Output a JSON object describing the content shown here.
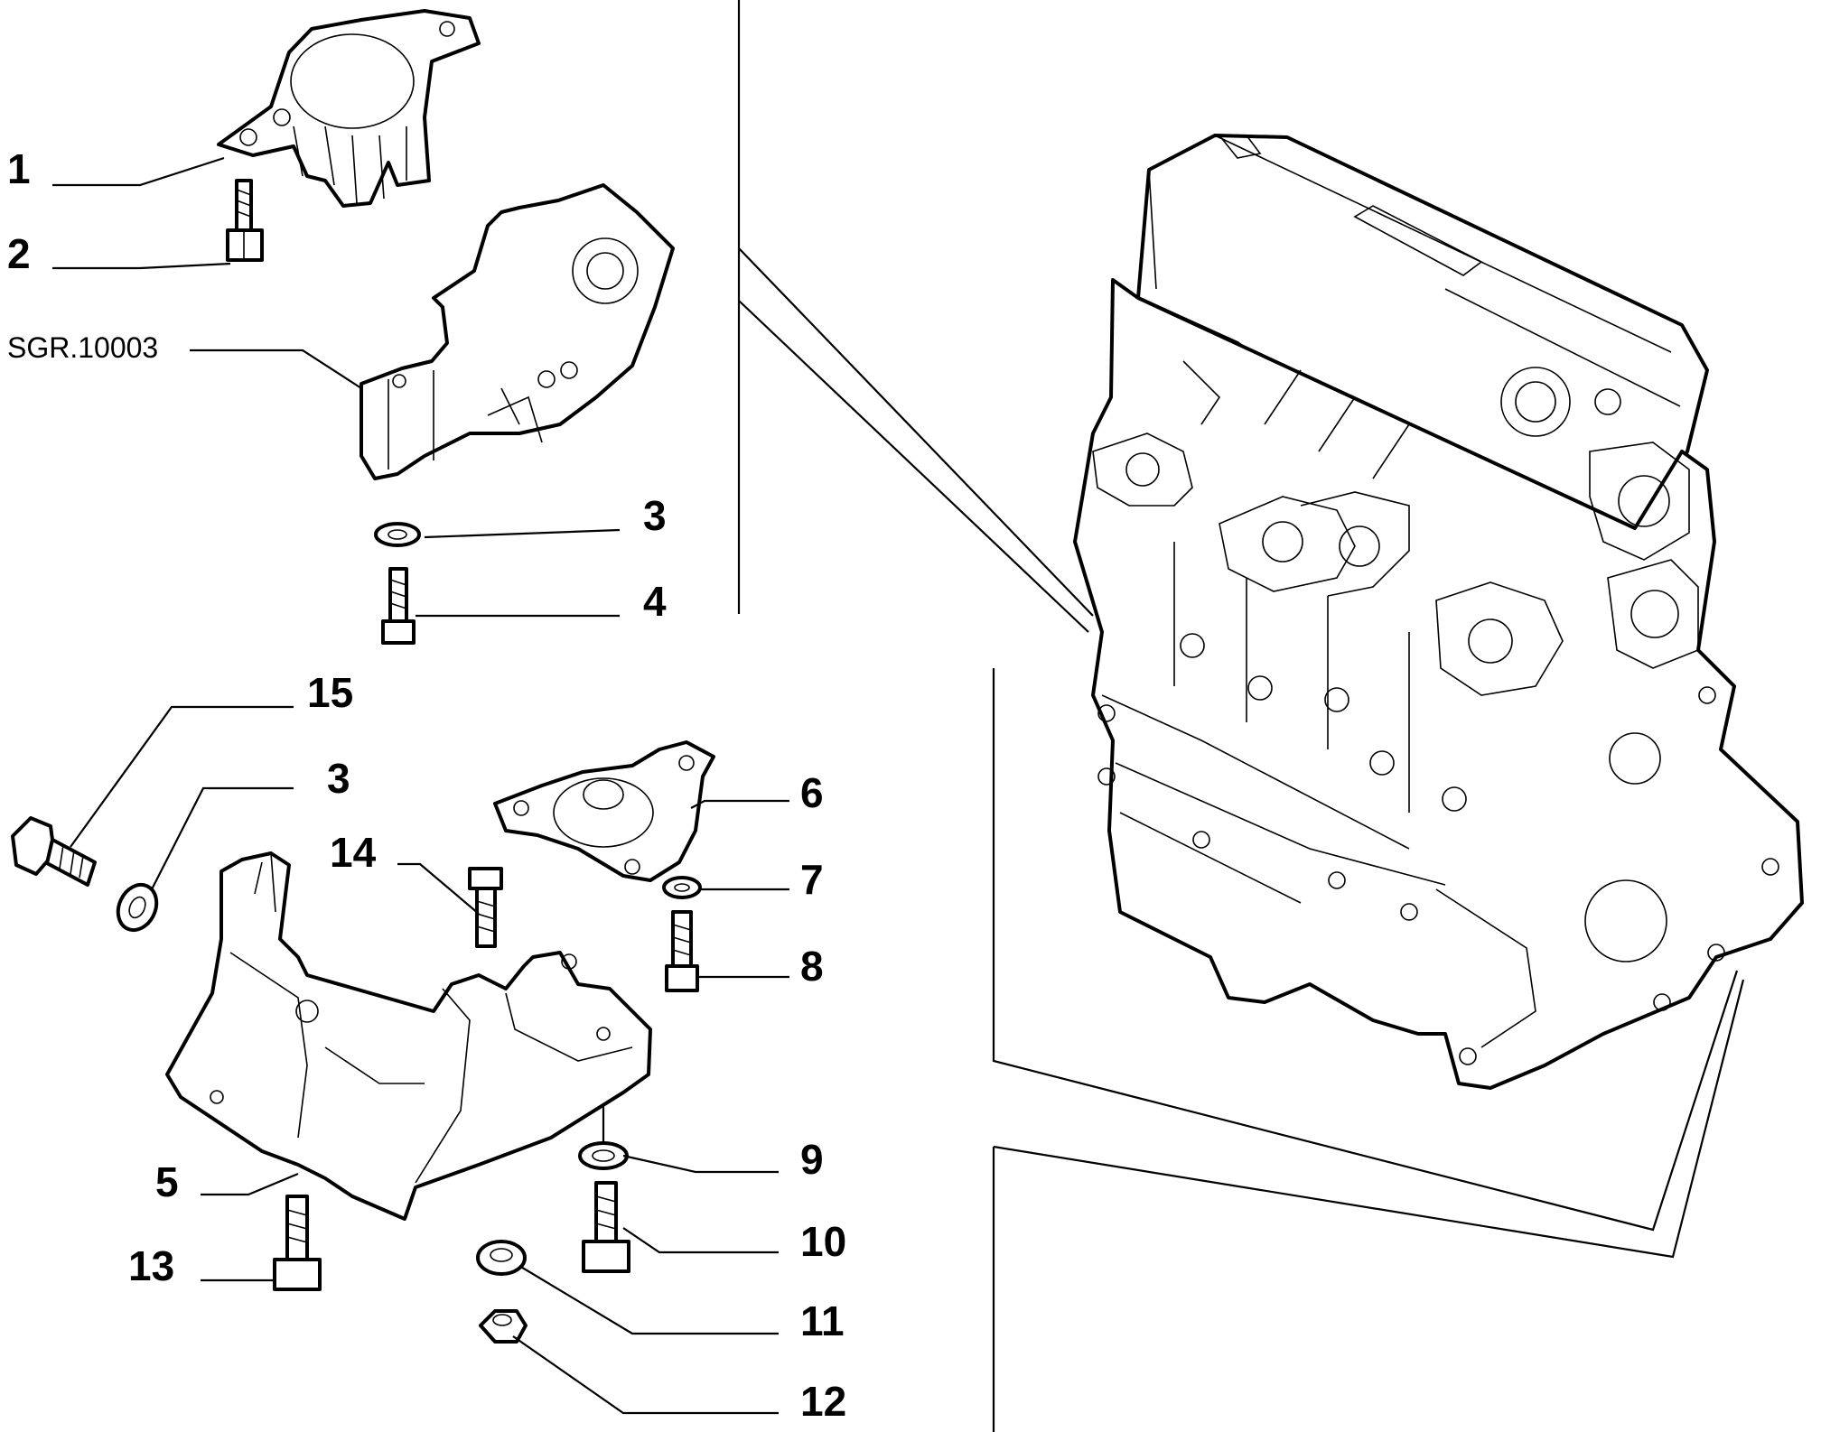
{
  "callouts": {
    "c1": "1",
    "c2": "2",
    "ref": "SGR.10003",
    "c3a": "3",
    "c4": "4",
    "c15": "15",
    "c3b": "3",
    "c6": "6",
    "c14": "14",
    "c7": "7",
    "c8": "8",
    "c9": "9",
    "c5": "5",
    "c10": "10",
    "c13": "13",
    "c11": "11",
    "c12": "12"
  },
  "colors": {
    "ink": "#000000",
    "paper": "#ffffff"
  }
}
